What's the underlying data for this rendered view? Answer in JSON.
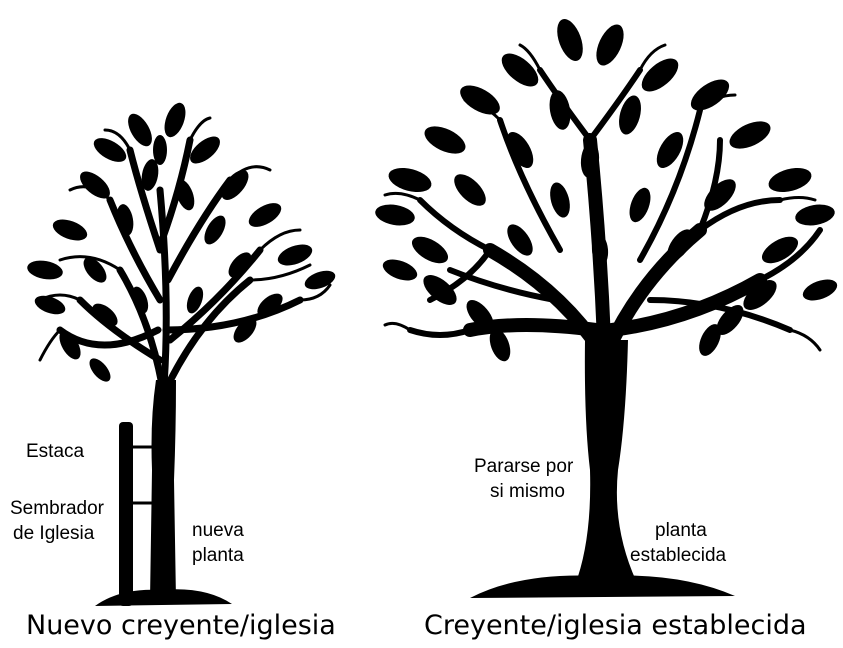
{
  "diagram": {
    "left_tree": {
      "labels": {
        "stake": "Estaca",
        "planter_line1": "Sembrador",
        "planter_line2": "de Iglesia",
        "new_plant_line1": "nueva",
        "new_plant_line2": "planta"
      },
      "caption": "Nuevo creyente/iglesia"
    },
    "right_tree": {
      "labels": {
        "stand_line1": "Pararse por",
        "stand_line2": "si mismo",
        "established_line1": "planta",
        "established_line2": "establecida"
      },
      "caption": "Creyente/iglesia establecida"
    },
    "colors": {
      "ink": "#000000",
      "background": "#ffffff"
    }
  }
}
